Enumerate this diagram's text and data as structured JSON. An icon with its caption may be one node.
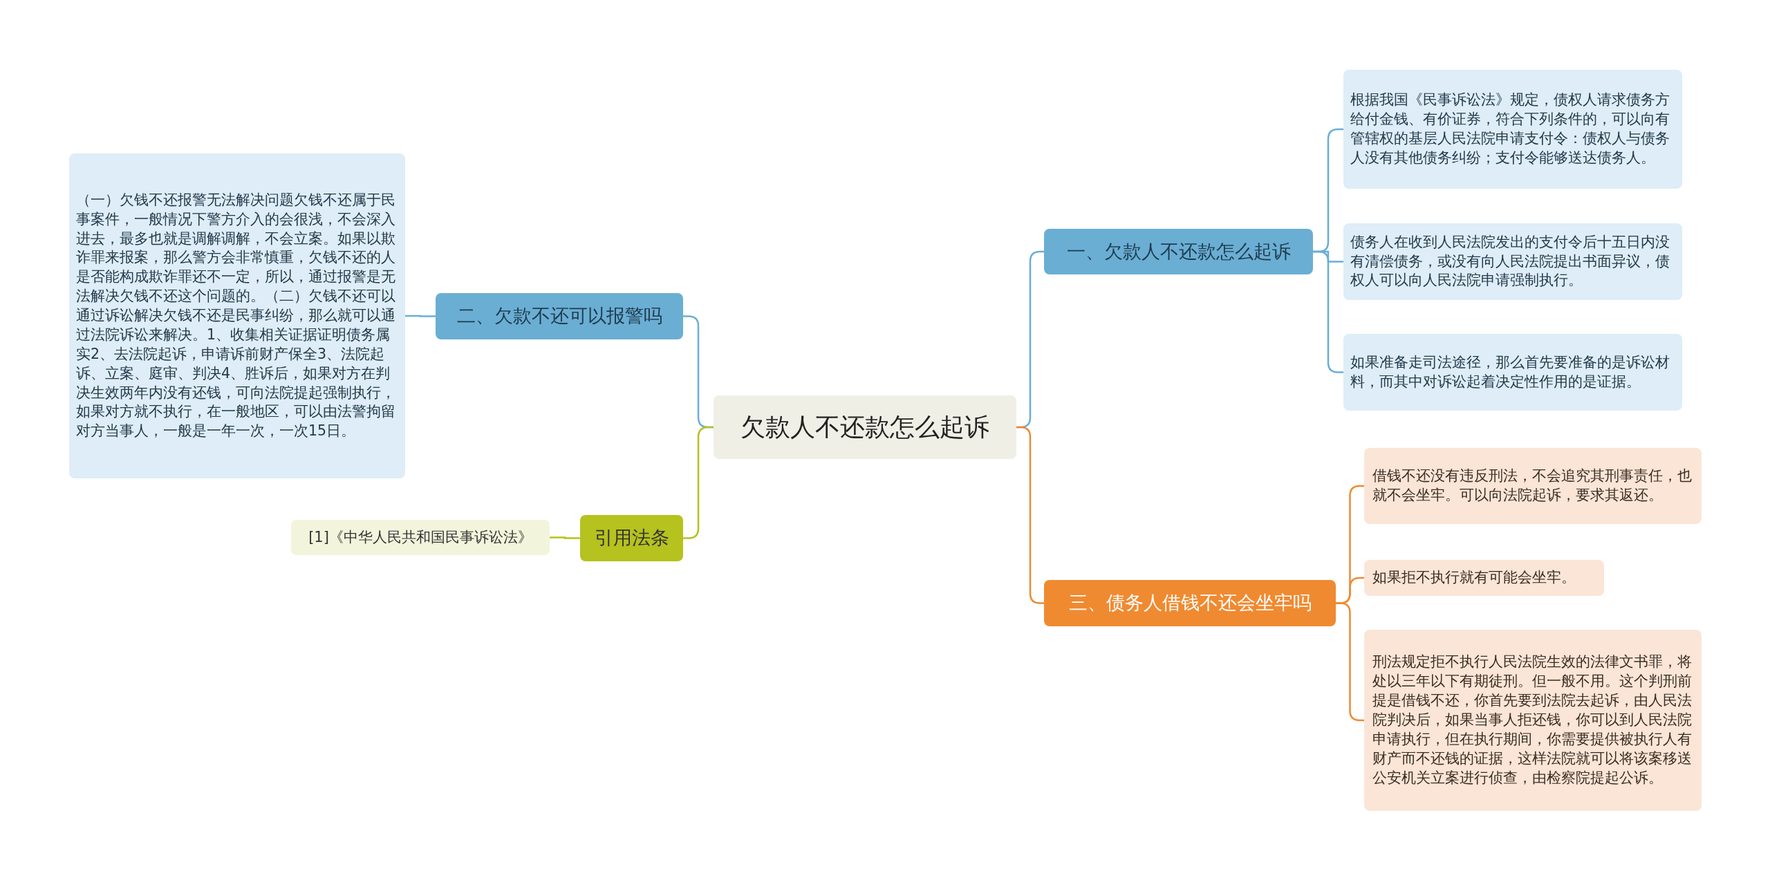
{
  "diagram": {
    "nodes": [
      {
        "text": [
          "欠款人不还款怎么起诉"
        ]
      },
      {
        "text": [
          "二、欠款不还可以报警吗"
        ]
      },
      {
        "text": [
          "（一）欠钱不还报警无法解决问题欠钱不还属于民事案件，一般情况下警方介入的会很浅，不会深入进去，最多也就是调解调解，不会立案。如果以欺诈罪来报案，那么警方会非常慎重，欠钱不还的人是否能构成欺诈罪还不一定，所以，通过报警是无法解决欠钱不还这个问题的。（二）欠钱不还可以通过诉讼解决欠钱不还是民事纠纷，那么就可以通过法院诉讼来解决。1、收集相关证据证明债务属实2、去法院起诉，申请诉前财产保全3、法院起诉、立案、庭审、判决4、胜诉后，如果对方在判决生效两年内没有还钱，可向法院提起强制执行，如果对方就不执行，在一般地区，可以由法警拘留对方当事人，一般是一年一次，一次15日。"
        ]
      },
      {
        "text": [
          "引用法条"
        ]
      },
      {
        "text": [
          "[1]《中华人民共和国民事诉讼法》"
        ]
      },
      {
        "text": [
          "一、欠款人不还款怎么起诉"
        ]
      },
      {
        "text": [
          "根据我国《民事诉讼法》规定，债权人请求债务方给付金钱、有价证券，符合下列条件的，可以向有管辖权的基层人民法院申请支付令：债权人与债务人没有其他债务纠纷；支付令能够送达债务人。"
        ]
      },
      {
        "text": [
          "债务人在收到人民法院发出的支付令后十五日内没有清偿债务，或没有向人民法院提出书面异议，债权人可以向人民法院申请强制执行。"
        ]
      },
      {
        "text": [
          "如果准备走司法途径，那么首先要准备的是诉讼材料，而其中对诉讼起着决定性作用的是证据。"
        ]
      },
      {
        "text": [
          "三、债务人借钱不还会坐牢吗"
        ]
      },
      {
        "text": [
          "借钱不还没有违反刑法，不会追究其刑事责任，也就不会坐牢。可以向法院起诉，要求其返还。"
        ]
      },
      {
        "text": [
          "如果拒不执行就有可能会坐牢。"
        ]
      },
      {
        "text": [
          "刑法规定拒不执行人民法院生效的法律文书罪，将处以三年以下有期徒刑。但一般不用。这个判刑前提是借钱不还，你首先要到法院去起诉，由人民法院判决后，如果当事人拒还钱，你可以到人民法院申请执行，但在执行期间，你需要提供被执行人有财产而不还钱的证据，这样法院就可以将该案移送公安机关立案进行侦查，由检察院提起公诉。"
        ]
      }
    ],
    "edges": [
      {
        "from": 0,
        "to": 1,
        "arrow": "none"
      },
      {
        "from": 1,
        "to": 2,
        "arrow": "none"
      },
      {
        "from": 0,
        "to": 3,
        "arrow": "none",
        "color": "#b5c11e"
      },
      {
        "from": 3,
        "to": 4,
        "arrow": "none",
        "color": "#b5c11e"
      },
      {
        "from": 0,
        "to": 5,
        "arrow": "none"
      },
      {
        "from": 5,
        "to": 6,
        "arrow": "none"
      },
      {
        "from": 5,
        "to": 7,
        "arrow": "none"
      },
      {
        "from": 5,
        "to": 8,
        "arrow": "none"
      },
      {
        "from": 0,
        "to": 9,
        "arrow": "none",
        "color": "#ee8a32"
      },
      {
        "from": 9,
        "to": 10,
        "arrow": "none",
        "color": "#ee8a32"
      },
      {
        "from": 9,
        "to": 11,
        "arrow": "none",
        "color": "#ee8a32"
      },
      {
        "from": 9,
        "to": 12,
        "arrow": "none",
        "color": "#ee8a32"
      }
    ]
  }
}
